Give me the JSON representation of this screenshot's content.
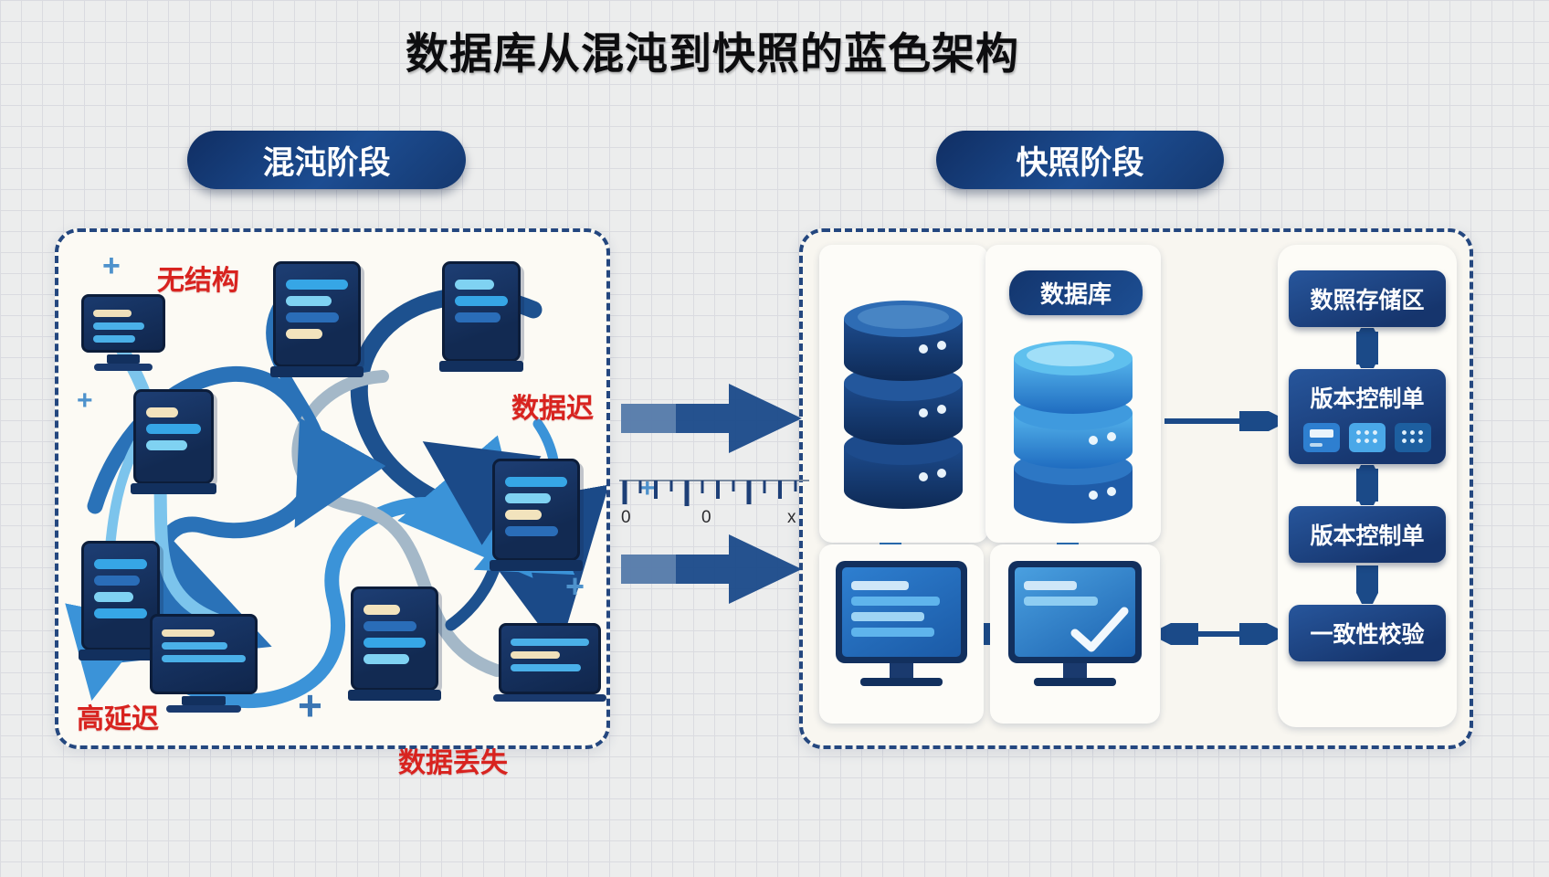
{
  "title": "数据库从混沌到快照的蓝色架构",
  "stages": {
    "chaos": "混沌阶段",
    "snapshot": "快照阶段"
  },
  "chaos_panel": {
    "labels": {
      "unstructured": "无结构",
      "data_delay": "数据迟",
      "high_latency": "高延迟",
      "data_loss": "数据丢失"
    }
  },
  "snapshot_panel": {
    "db_label": "数据库",
    "flow_boxes": [
      {
        "label": "数照存储区"
      },
      {
        "label": "版本控制单"
      },
      {
        "label": "版本控制单"
      },
      {
        "label": "一致性校验"
      }
    ]
  },
  "timeline": {
    "tick_labels": [
      "0",
      "0",
      "x"
    ]
  },
  "decorations": {
    "plus": "+"
  },
  "colors": {
    "accent_navy": "#16356e",
    "arrow_blue": "#2a72b8",
    "light_blue": "#3ea0e0",
    "red_label": "#d8231f",
    "panel_border": "#24477f"
  }
}
